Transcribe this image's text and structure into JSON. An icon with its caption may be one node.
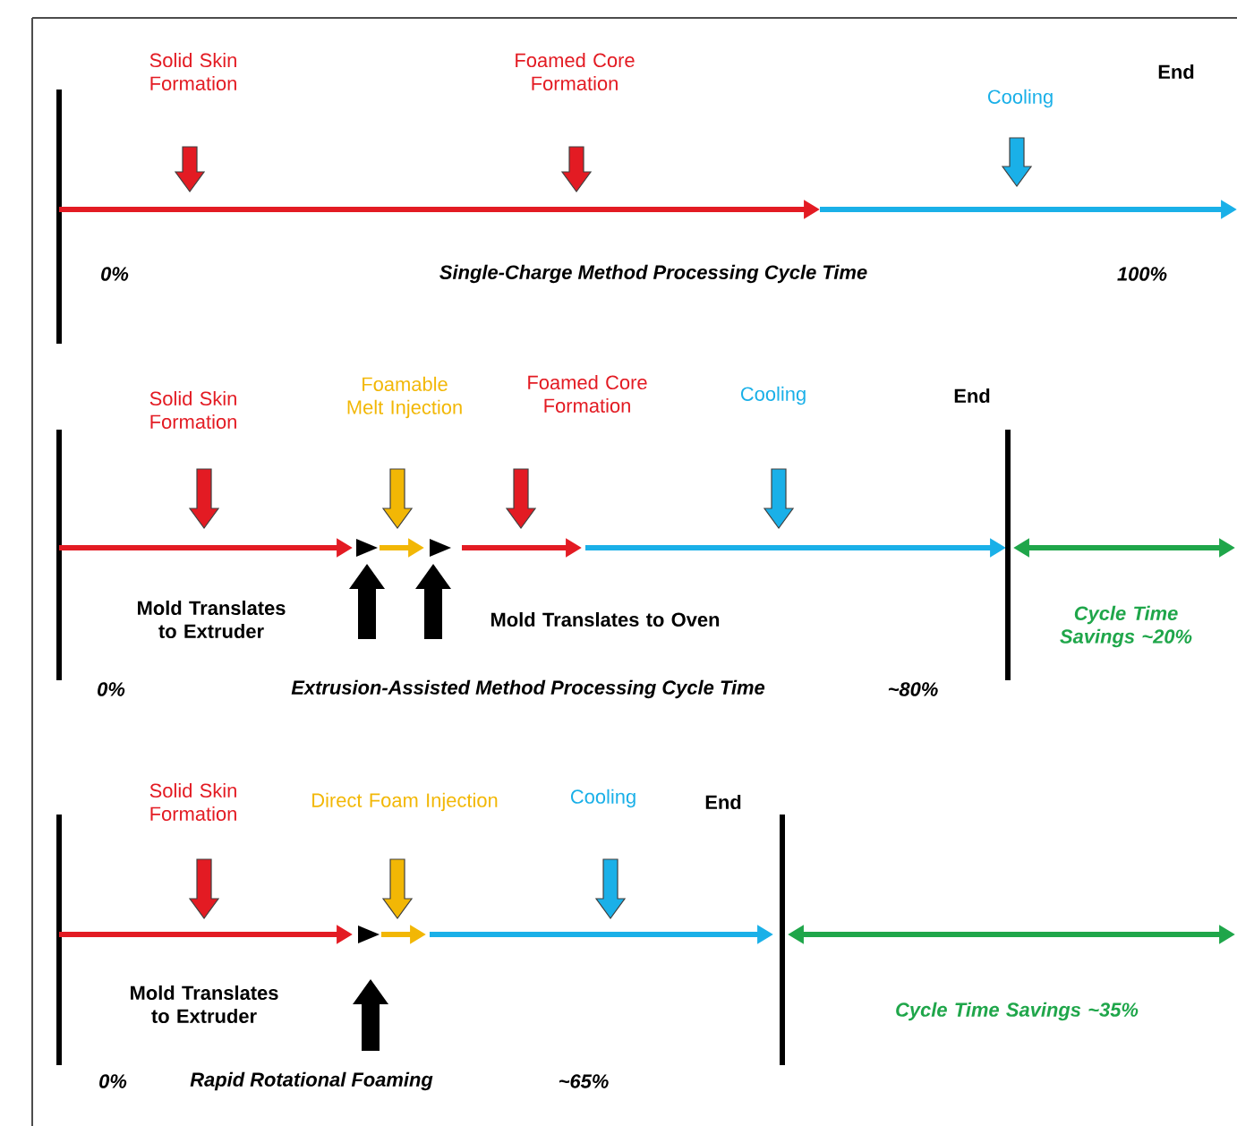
{
  "diagram": {
    "labels": [
      "Solid Skin Formation",
      "Foamed Core Formation",
      "End",
      "Cooling",
      "0%",
      "Single-Charge Method Processing Cycle Time",
      "100%",
      "Solid Skin Formation",
      "Foamable Melt Injection",
      "Foamed Core Formation",
      "Cooling",
      "End",
      "Mold Translates to Extruder",
      "Mold Translates to Oven",
      "Cycle Time Savings ~20%",
      "0%",
      "Extrusion-Assisted Method Processing Cycle Time",
      "~80%",
      "Solid Skin Formation",
      "Direct Foam Injection",
      "Cooling",
      "End",
      "Mold Translates to Extruder",
      "Cycle Time Savings ~35%",
      "0%",
      "Rapid Rotational Foaming",
      "~65%"
    ]
  }
}
